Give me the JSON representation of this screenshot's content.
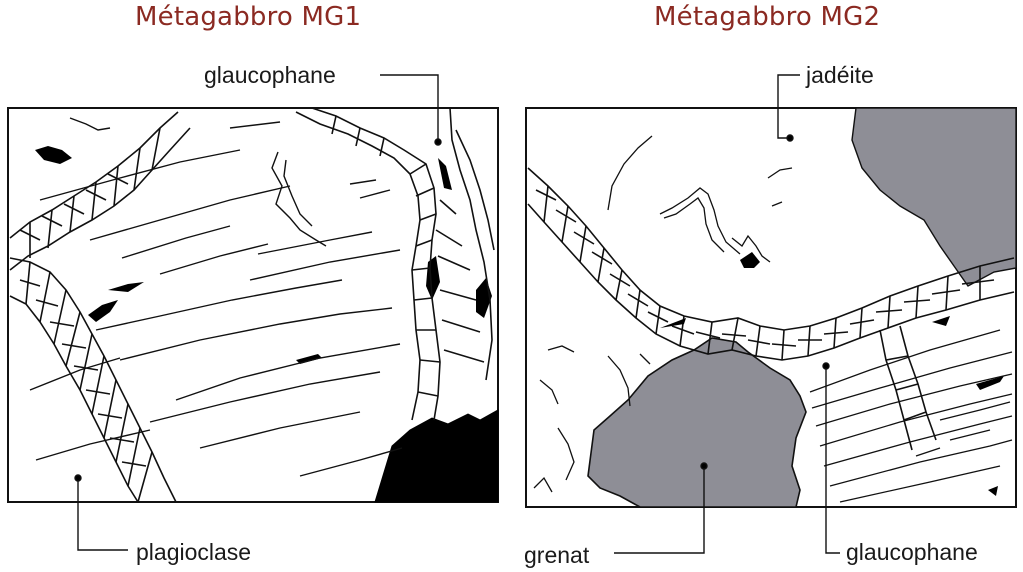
{
  "panels": {
    "mg1": {
      "title": "Métagabbro MG1",
      "labels": {
        "glaucophane": "glaucophane",
        "plagioclase": "plagioclase"
      }
    },
    "mg2": {
      "title": "Métagabbro MG2",
      "labels": {
        "jadeite": "jadéite",
        "grenat": "grenat",
        "glaucophane": "glaucophane"
      }
    }
  },
  "colors": {
    "title": "#8b2a22",
    "line": "#111111",
    "garnet_fill": "#8e8e96",
    "opaque_fill": "#000000"
  }
}
